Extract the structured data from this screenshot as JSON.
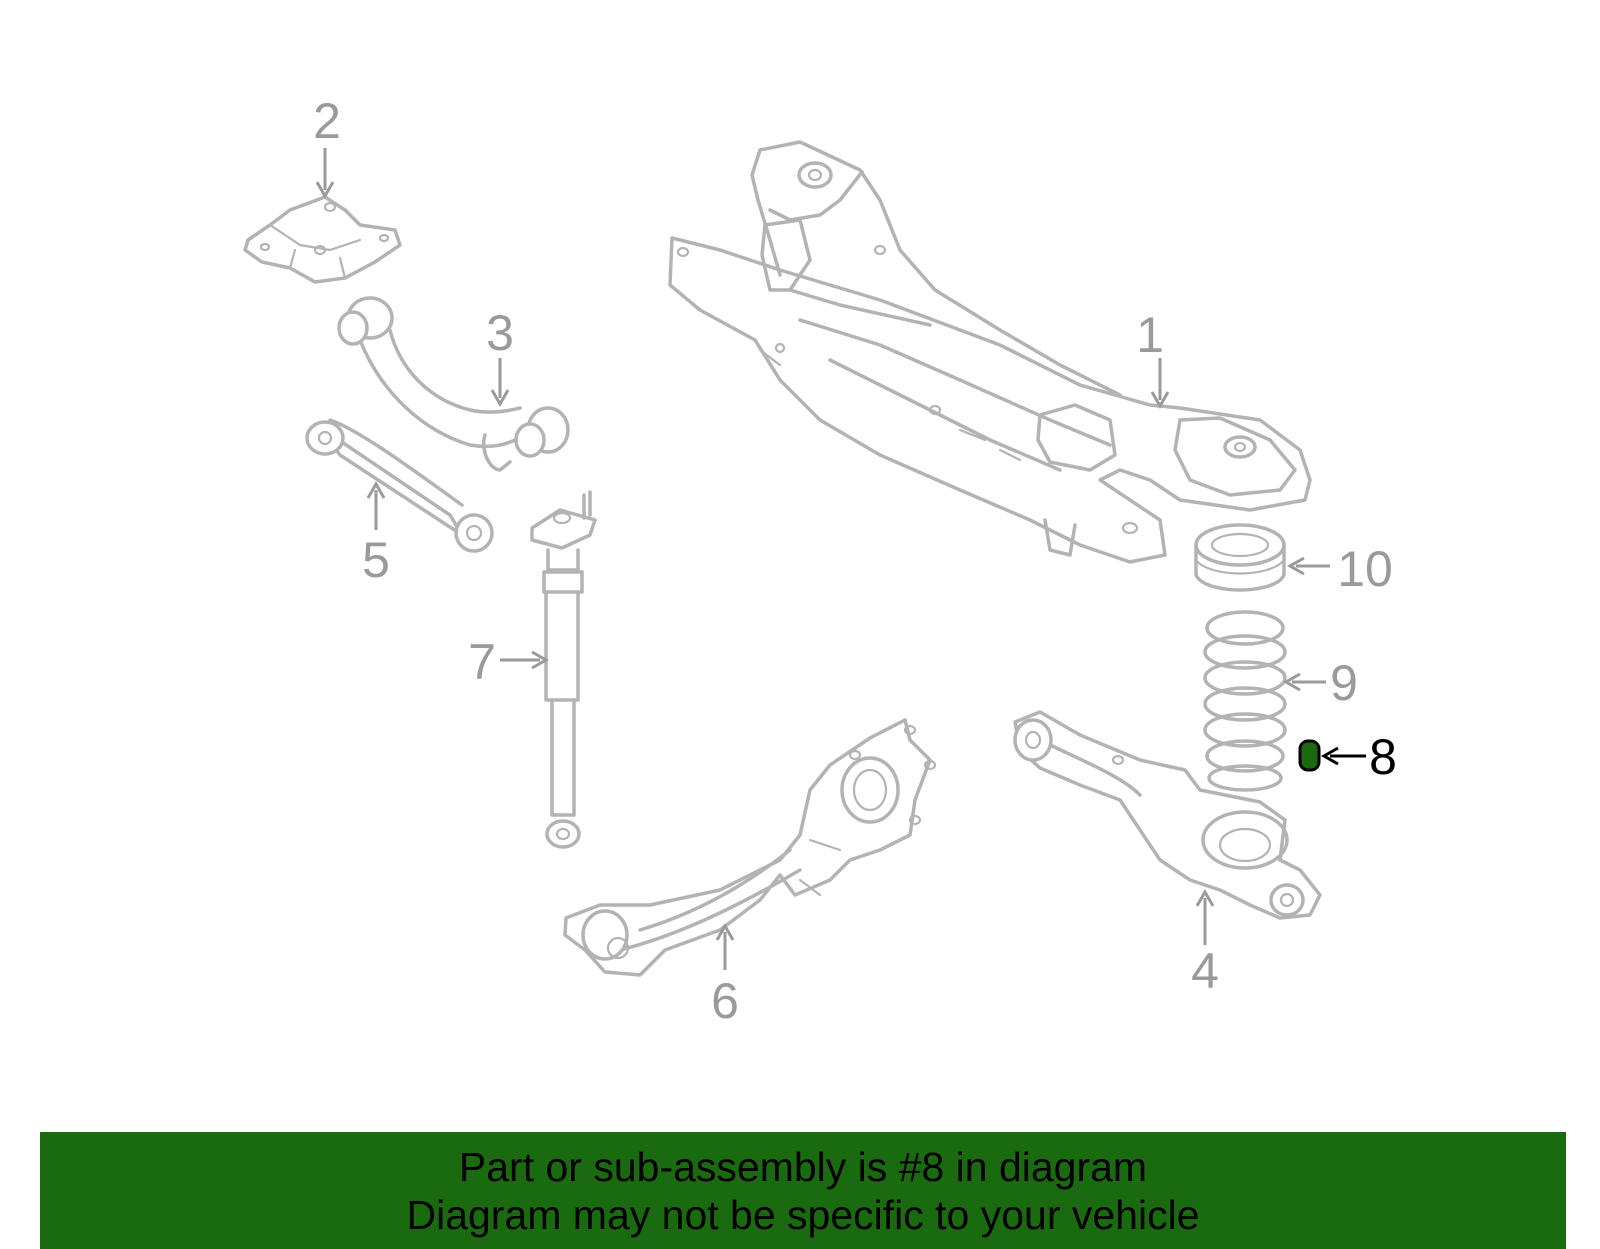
{
  "diagram": {
    "highlight_color": "#1a6b0f",
    "line_color": "#b3b3b3",
    "callouts": [
      {
        "number": "1",
        "part": "crossmember"
      },
      {
        "number": "2",
        "part": "bracket-plate"
      },
      {
        "number": "3",
        "part": "upper-control-arm"
      },
      {
        "number": "4",
        "part": "lower-spring-arm"
      },
      {
        "number": "5",
        "part": "lateral-link"
      },
      {
        "number": "6",
        "part": "trailing-arm-knuckle"
      },
      {
        "number": "7",
        "part": "shock-absorber"
      },
      {
        "number": "8",
        "part": "bump-stop",
        "highlighted": true
      },
      {
        "number": "9",
        "part": "coil-spring"
      },
      {
        "number": "10",
        "part": "spring-insulator"
      }
    ]
  },
  "banner": {
    "line1": "Part or sub-assembly is #8 in diagram",
    "line2": "Diagram may not be specific to your vehicle",
    "color": "#1a6b0f"
  }
}
